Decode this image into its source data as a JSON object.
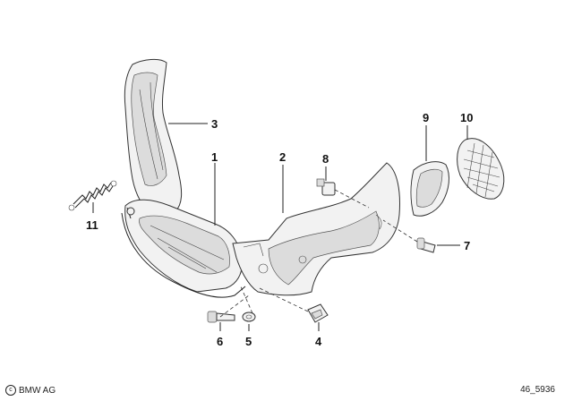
{
  "diagram": {
    "parts": [
      {
        "number": "1"
      },
      {
        "number": "2"
      },
      {
        "number": "3"
      },
      {
        "number": "4"
      },
      {
        "number": "5"
      },
      {
        "number": "6"
      },
      {
        "number": "7"
      },
      {
        "number": "8"
      },
      {
        "number": "9"
      },
      {
        "number": "10"
      },
      {
        "number": "11"
      }
    ]
  },
  "footer": {
    "copyright_symbol": "c",
    "brand": "BMW AG",
    "drawing_code": "46_5936"
  }
}
